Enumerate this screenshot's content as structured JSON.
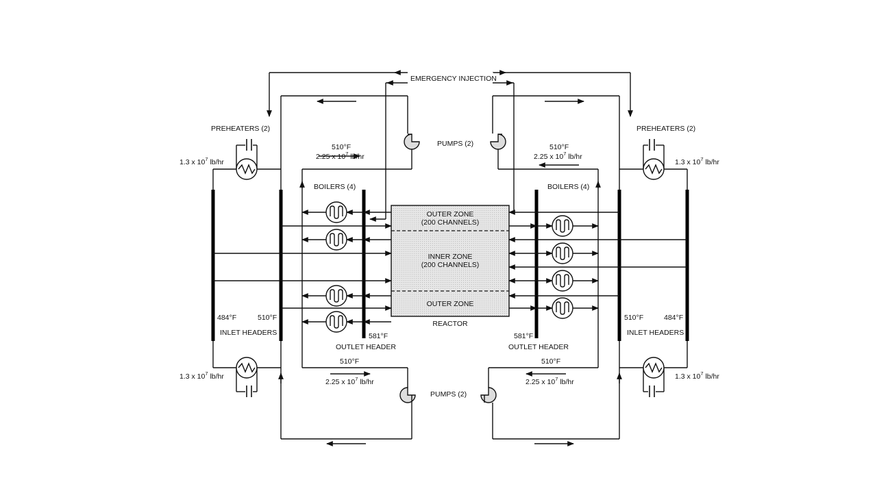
{
  "labels": {
    "emergency_injection": "EMERGENCY INJECTION",
    "preheaters": "PREHEATERS (2)",
    "pumps": "PUMPS (2)",
    "boilers": "BOILERS (4)",
    "temp_510": "510°F",
    "temp_484": "484°F",
    "temp_581": "581°F",
    "flow_inlet_prefix": "1.3 x 10",
    "flow_inlet_exp": "7",
    "flow_inlet_suffix": " lb/hr",
    "flow_loop_prefix": "2.25 x 10",
    "flow_loop_exp": "7",
    "flow_loop_suffix": " lb/hr",
    "inlet_headers": "INLET HEADERS",
    "outlet_header": "OUTLET HEADER",
    "reactor": "REACTOR",
    "outer_zone": "OUTER ZONE",
    "channels_200": "(200 CHANNELS)",
    "inner_zone": "INNER ZONE"
  }
}
